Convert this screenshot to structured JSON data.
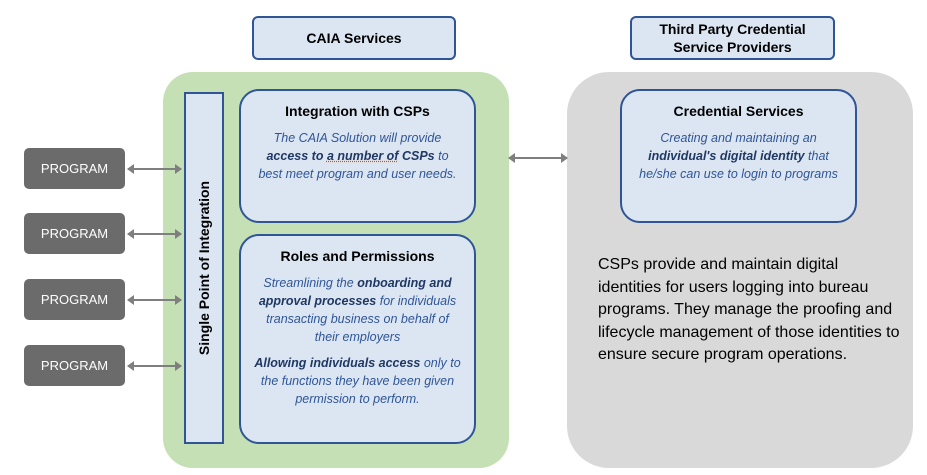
{
  "headers": {
    "caia": "CAIA Services",
    "third_party_line1": "Third Party Credential",
    "third_party_line2": "Service Providers"
  },
  "single_point": "Single Point of Integration",
  "programs": [
    "PROGRAM",
    "PROGRAM",
    "PROGRAM",
    "PROGRAM"
  ],
  "integration": {
    "title": "Integration with CSPs",
    "body_pre": "The CAIA Solution will provide ",
    "body_bold1": "access to ",
    "body_bold_dotted": "a number of",
    "body_bold2": " CSPs",
    "body_post": " to best meet program and user needs."
  },
  "roles": {
    "title": "Roles and Permissions",
    "p1_pre": "Streamlining the ",
    "p1_bold": "onboarding and approval processes",
    "p1_post": " for individuals transacting business on behalf of their employers",
    "p2_bold": "Allowing individuals access",
    "p2_post": " only to the functions they have been given permission to perform."
  },
  "credential": {
    "title": "Credential Services",
    "body_pre": "Creating and maintaining an ",
    "body_bold": "individual's digital identity",
    "body_post": " that he/she can use to login to programs"
  },
  "description": "CSPs provide and maintain digital identities for users logging into bureau programs. They manage the proofing and lifecycle management of those identities to ensure secure program operations.",
  "colors": {
    "green_panel": "#c5e0b4",
    "grey_panel": "#d9d9d9",
    "card_fill": "#dce6f2",
    "card_border": "#2f5597",
    "program_fill": "#6b6b6b"
  }
}
